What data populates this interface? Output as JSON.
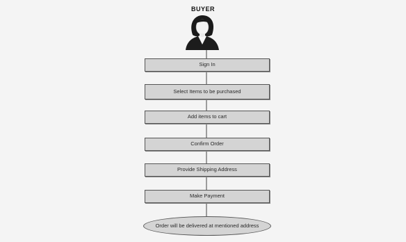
{
  "actor": {
    "label": "BUYER",
    "icon": "buyer-avatar-icon"
  },
  "steps": [
    {
      "label": "Sign In"
    },
    {
      "label": "Select Items to be purchased"
    },
    {
      "label": "Add items to cart"
    },
    {
      "label": "Confirm Order"
    },
    {
      "label": "Provide Shipping Address"
    },
    {
      "label": "Make Payment"
    }
  ],
  "end": {
    "label": "Order will be delivered at mentioned address"
  }
}
